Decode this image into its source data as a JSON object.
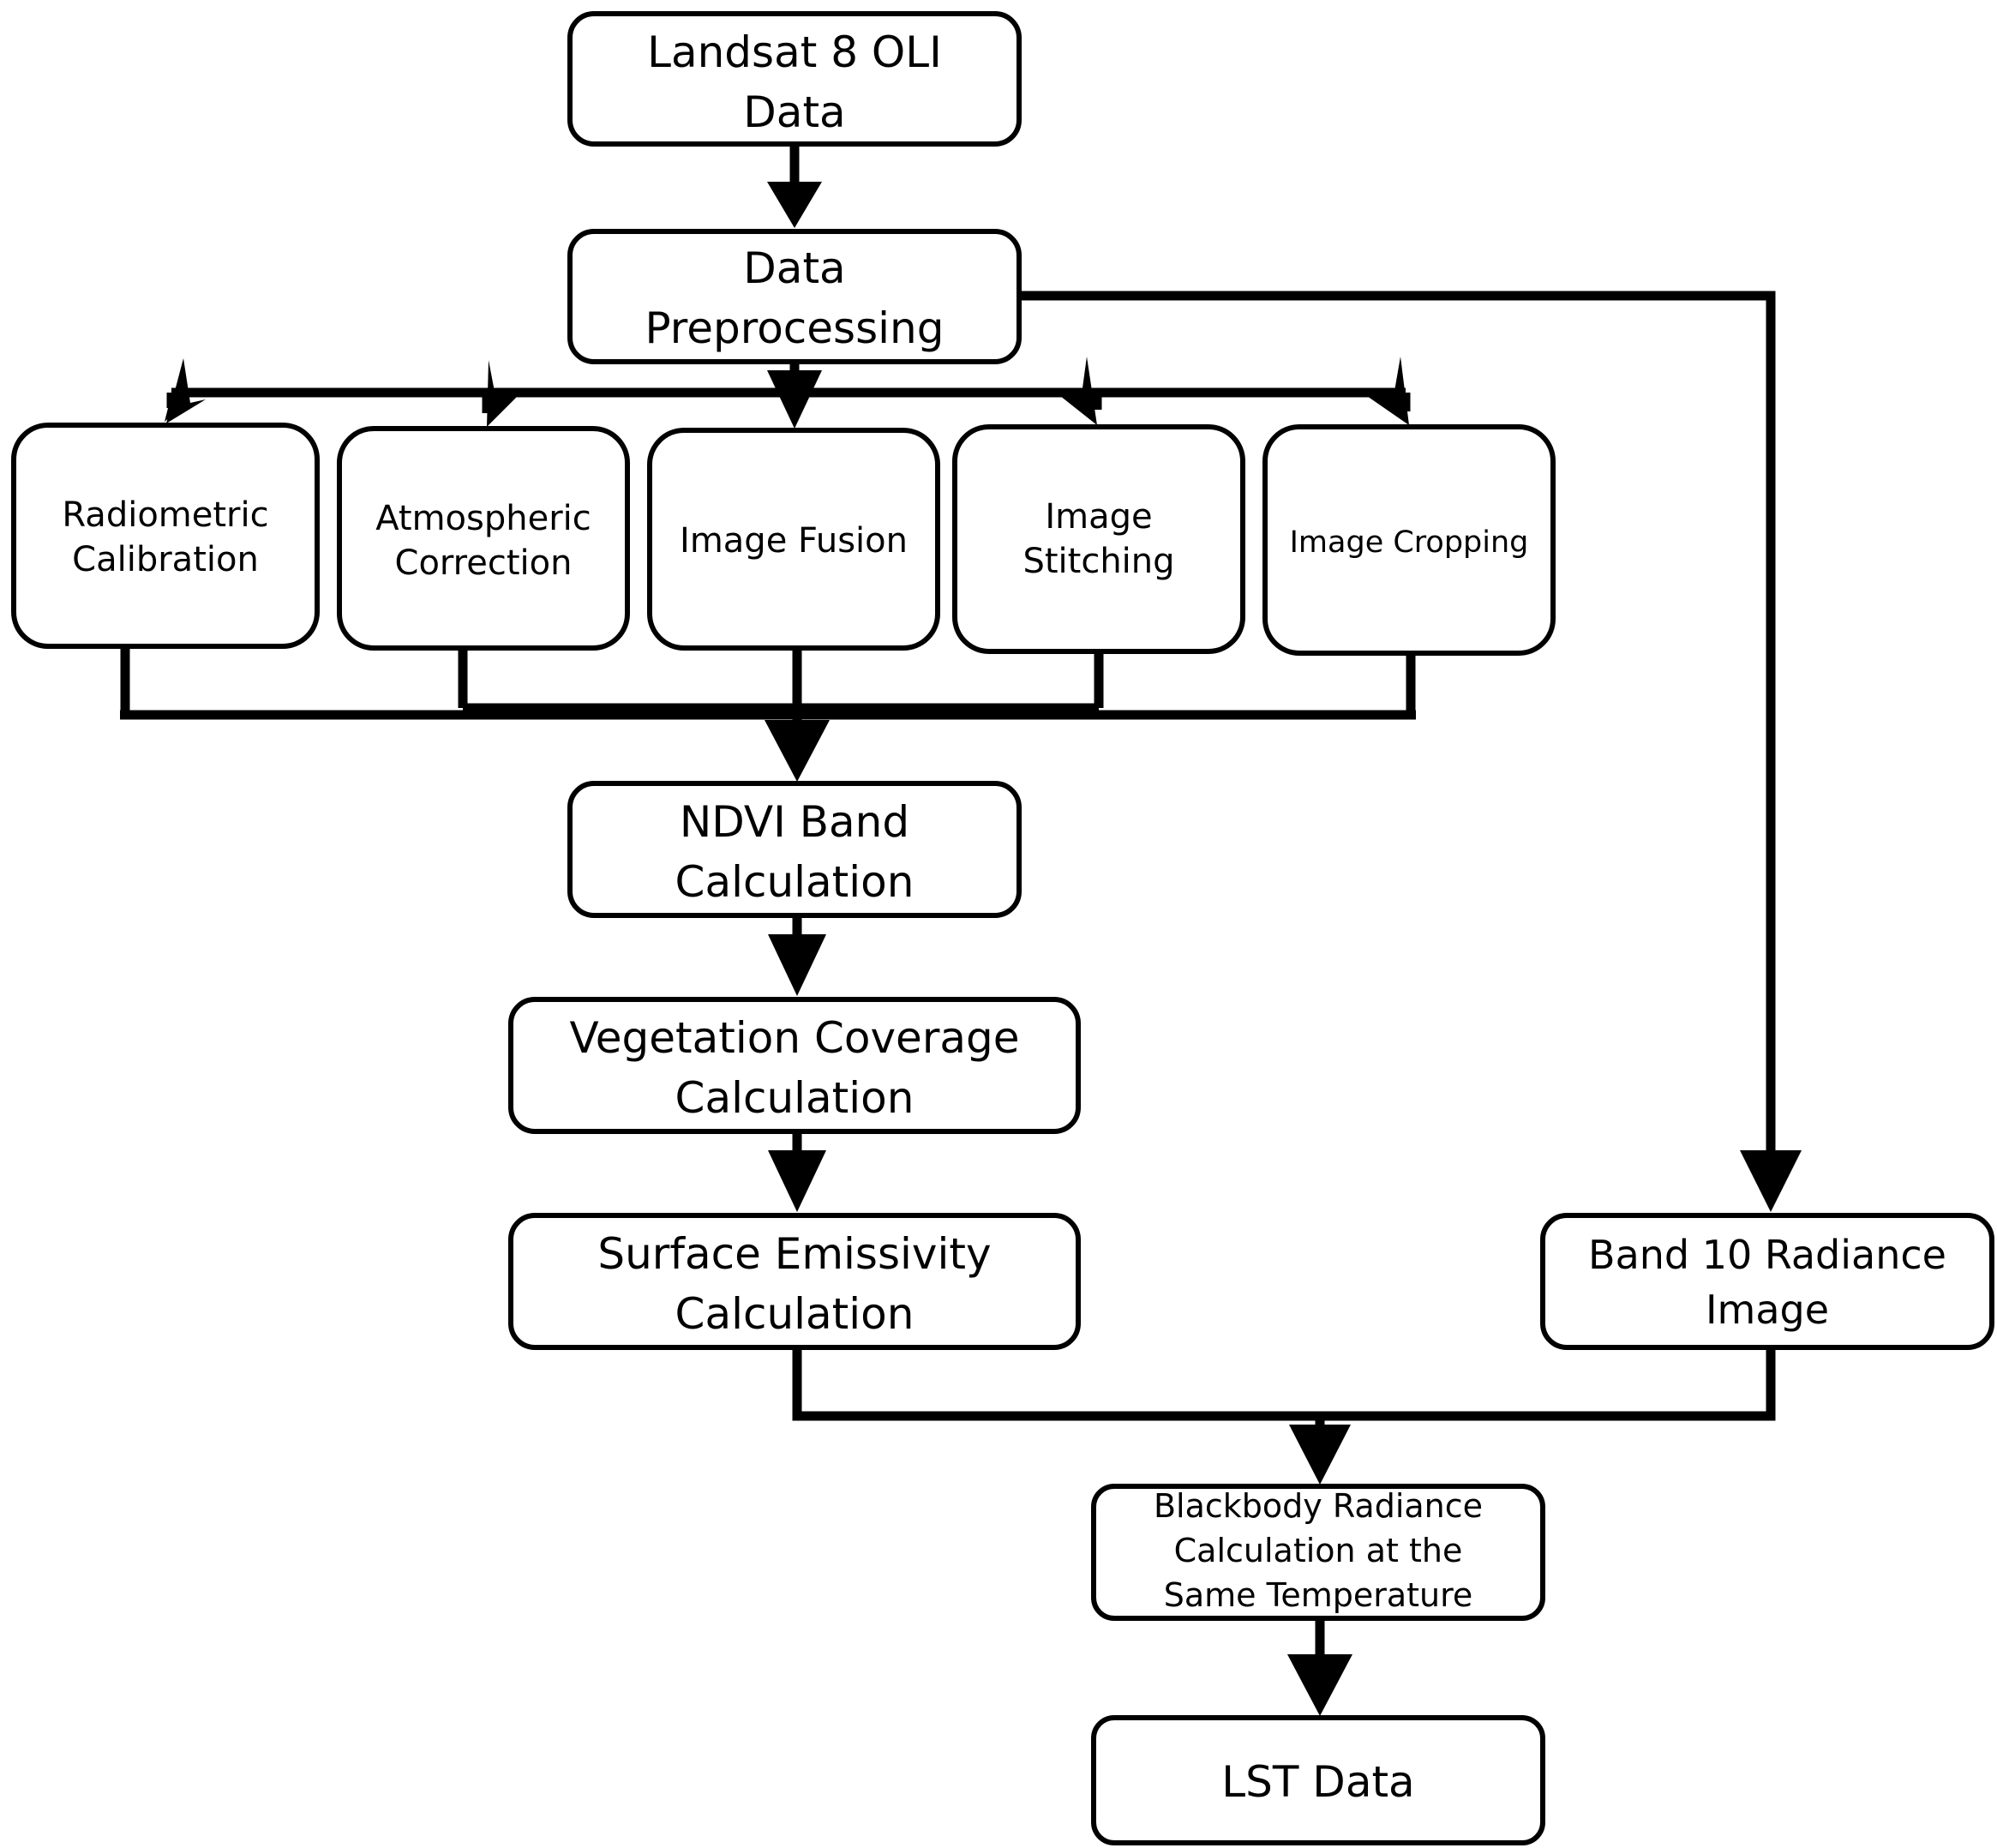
{
  "boxes": {
    "landsat": [
      "Landsat 8 OLI",
      "Data"
    ],
    "preprocessing": [
      "Data",
      "Preprocessing"
    ],
    "radiometric": [
      "Radiometric",
      "Calibration"
    ],
    "atmospheric": [
      "Atmospheric",
      "Correction"
    ],
    "fusion": [
      "Image Fusion"
    ],
    "stitching": [
      "Image",
      "Stitching"
    ],
    "cropping": [
      "Image Cropping"
    ],
    "ndvi": [
      "NDVI Band",
      "Calculation"
    ],
    "vegetation": [
      "Vegetation Coverage",
      "Calculation"
    ],
    "emissivity": [
      "Surface Emissivity",
      "Calculation"
    ],
    "band10": [
      "Band 10 Radiance",
      "Image"
    ],
    "blackbody": [
      "Blackbody Radiance",
      "Calculation at the",
      "Same Temperature"
    ],
    "lst": [
      "LST Data"
    ]
  },
  "colors": {
    "stroke": "#000000",
    "fill": "#ffffff"
  }
}
